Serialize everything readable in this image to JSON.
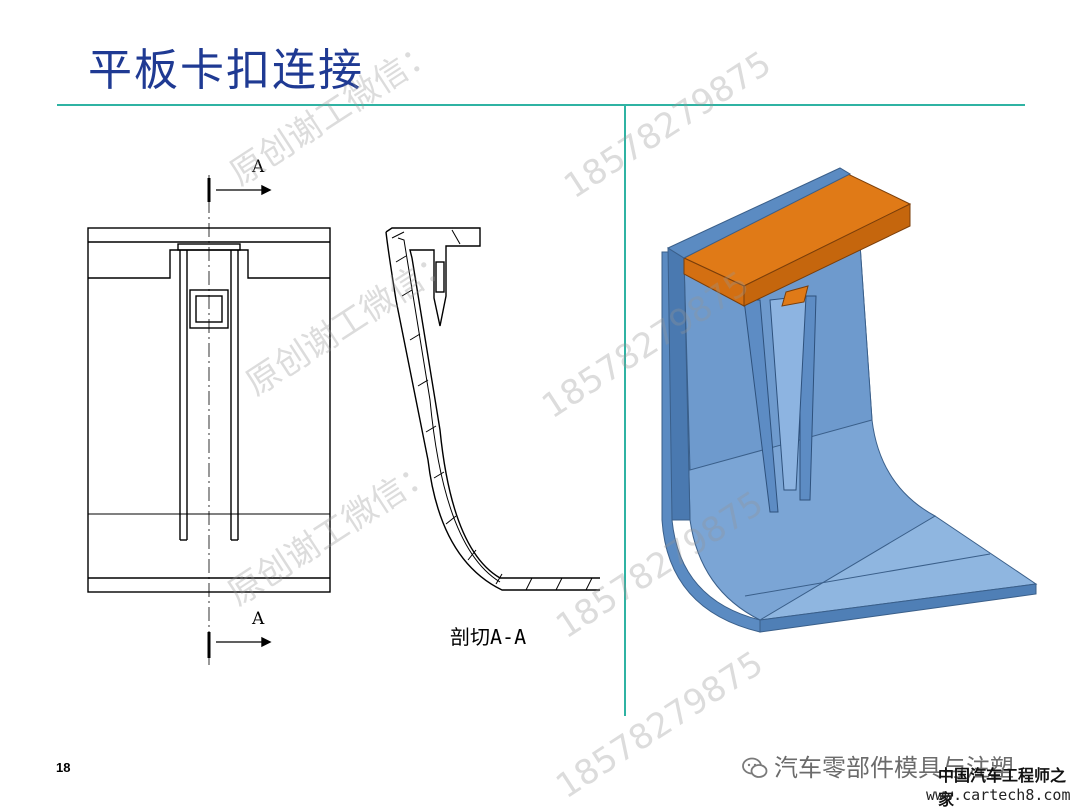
{
  "slide": {
    "title": "平板卡扣连接",
    "page_number": "18"
  },
  "drawing": {
    "section_label_top": "A",
    "section_label_bottom": "A",
    "section_caption": "剖切A-A"
  },
  "watermark": {
    "text_cn": "原创谢工微信：",
    "text_num": "18578279875"
  },
  "footer": {
    "wechat_account": "汽车零部件模具与注塑",
    "site_name_cn": "中国汽车工程师之家",
    "site_url": "www.cartech8.com"
  },
  "colors": {
    "title": "#1f3a93",
    "divider": "#2fb3a3",
    "model_blue": "#7fa8d6",
    "model_orange": "#e07a17"
  }
}
